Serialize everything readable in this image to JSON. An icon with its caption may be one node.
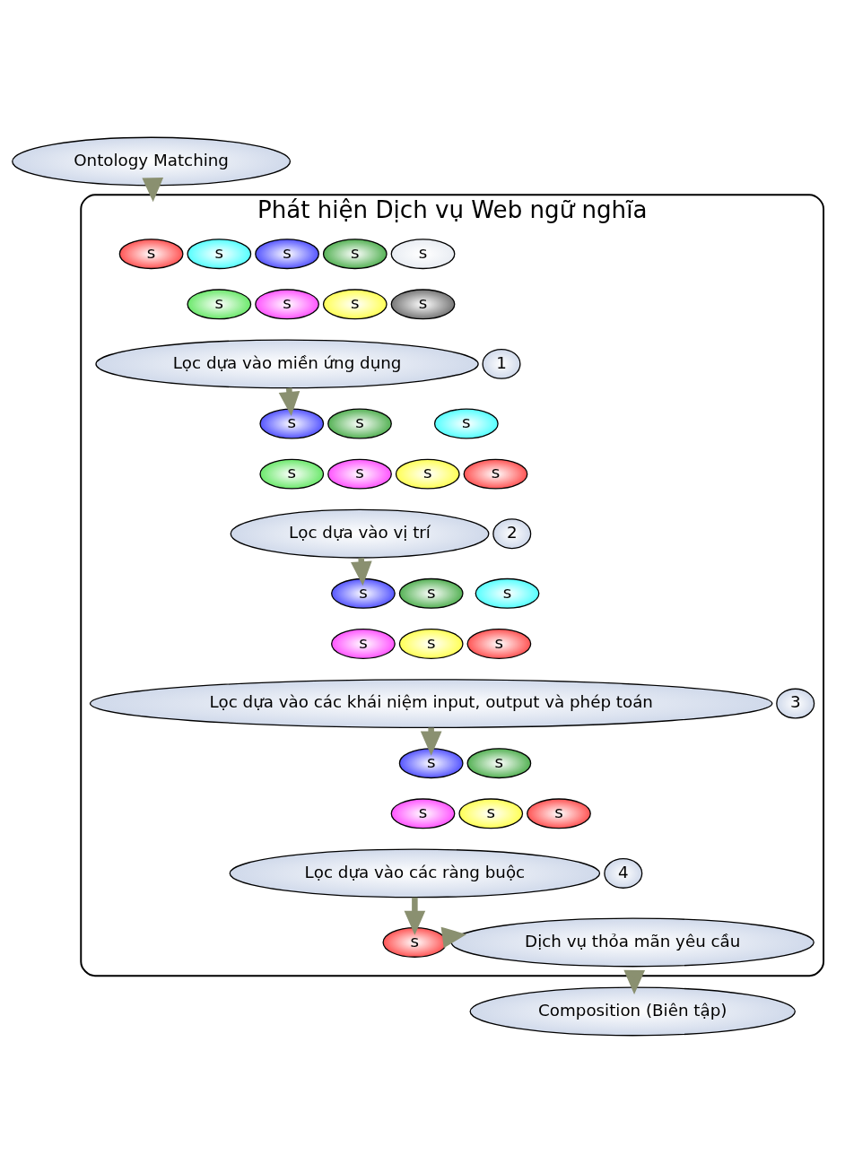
{
  "diagram": {
    "nodes": [
      {
        "text": [
          "Ontology Matching"
        ]
      },
      {
        "text": [
          "Phát hiện Dịch vụ Web ngữ nghĩa"
        ]
      },
      {
        "text": [
          "s"
        ],
        "in": 1
      },
      {
        "text": [
          "s"
        ],
        "in": 1
      },
      {
        "text": [
          "s"
        ],
        "in": 1
      },
      {
        "text": [
          "s"
        ],
        "in": 1
      },
      {
        "text": [
          "s"
        ],
        "in": 1
      },
      {
        "text": [
          "s"
        ],
        "in": 1
      },
      {
        "text": [
          "s"
        ],
        "in": 1
      },
      {
        "text": [
          "s"
        ],
        "in": 1
      },
      {
        "text": [
          "s"
        ],
        "in": 1
      },
      {
        "text": [
          "Lọc dựa vào miền ứng dụng"
        ],
        "in": 1
      },
      {
        "text": [
          "1"
        ],
        "in": 1
      },
      {
        "text": [
          "s"
        ],
        "in": 1
      },
      {
        "text": [
          "s"
        ],
        "in": 1
      },
      {
        "text": [
          "s"
        ],
        "in": 1
      },
      {
        "text": [
          "s"
        ],
        "in": 1
      },
      {
        "text": [
          "s"
        ],
        "in": 1
      },
      {
        "text": [
          "s"
        ],
        "in": 1
      },
      {
        "text": [
          "s"
        ],
        "in": 1
      },
      {
        "text": [
          "Lọc dựa vào vị trí"
        ],
        "in": 1
      },
      {
        "text": [
          "2"
        ],
        "in": 1
      },
      {
        "text": [
          "s"
        ],
        "in": 1
      },
      {
        "text": [
          "s"
        ],
        "in": 1
      },
      {
        "text": [
          "s"
        ],
        "in": 1
      },
      {
        "text": [
          "s"
        ],
        "in": 1
      },
      {
        "text": [
          "s"
        ],
        "in": 1
      },
      {
        "text": [
          "s"
        ],
        "in": 1
      },
      {
        "text": [
          "Lọc dựa vào các khái niệm input, output và phép toán"
        ],
        "in": 1
      },
      {
        "text": [
          "3"
        ],
        "in": 1
      },
      {
        "text": [
          "s"
        ],
        "in": 1
      },
      {
        "text": [
          "s"
        ],
        "in": 1
      },
      {
        "text": [
          "s"
        ],
        "in": 1
      },
      {
        "text": [
          "s"
        ],
        "in": 1
      },
      {
        "text": [
          "s"
        ],
        "in": 1
      },
      {
        "text": [
          "Lọc dựa vào các ràng buộc"
        ],
        "in": 1
      },
      {
        "text": [
          "4"
        ],
        "in": 1
      },
      {
        "text": [
          "s"
        ],
        "in": 1
      },
      {
        "text": [
          "Dịch vụ thỏa mãn yêu cầu"
        ],
        "in": 1
      },
      {
        "text": [
          "Composition (Biên tập)"
        ]
      }
    ],
    "edges": [
      {
        "from": 0,
        "to": 1,
        "arrow": "to"
      },
      {
        "from": 11,
        "to": 14,
        "arrow": "to"
      },
      {
        "from": 20,
        "to": 23,
        "arrow": "to"
      },
      {
        "from": 28,
        "to": 30,
        "arrow": "to"
      },
      {
        "from": 35,
        "to": 37,
        "arrow": "to"
      },
      {
        "from": 37,
        "to": 38,
        "arrow": "to"
      },
      {
        "from": 1,
        "to": 39,
        "arrow": "to"
      }
    ]
  }
}
